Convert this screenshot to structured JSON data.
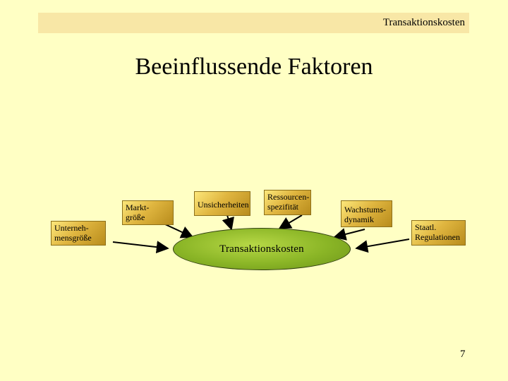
{
  "header": {
    "text": "Transaktionskosten"
  },
  "title": "Beeinflussende Faktoren",
  "factors": {
    "unternehmensgroesse": [
      "Unterneh-",
      "mensgröße"
    ],
    "marktgroesse": [
      "Markt-",
      "größe"
    ],
    "unsicherheiten": [
      "Unsicherheiten"
    ],
    "ressourcenspezifitaet": [
      "Ressourcen-",
      "spezifität"
    ],
    "wachstumsdynamik": [
      "Wachstums-",
      "dynamik"
    ],
    "staatl_regulationen": [
      "Staatl.",
      "Regulationen"
    ]
  },
  "center": {
    "label": "Transaktionskosten"
  },
  "page_number": "7"
}
